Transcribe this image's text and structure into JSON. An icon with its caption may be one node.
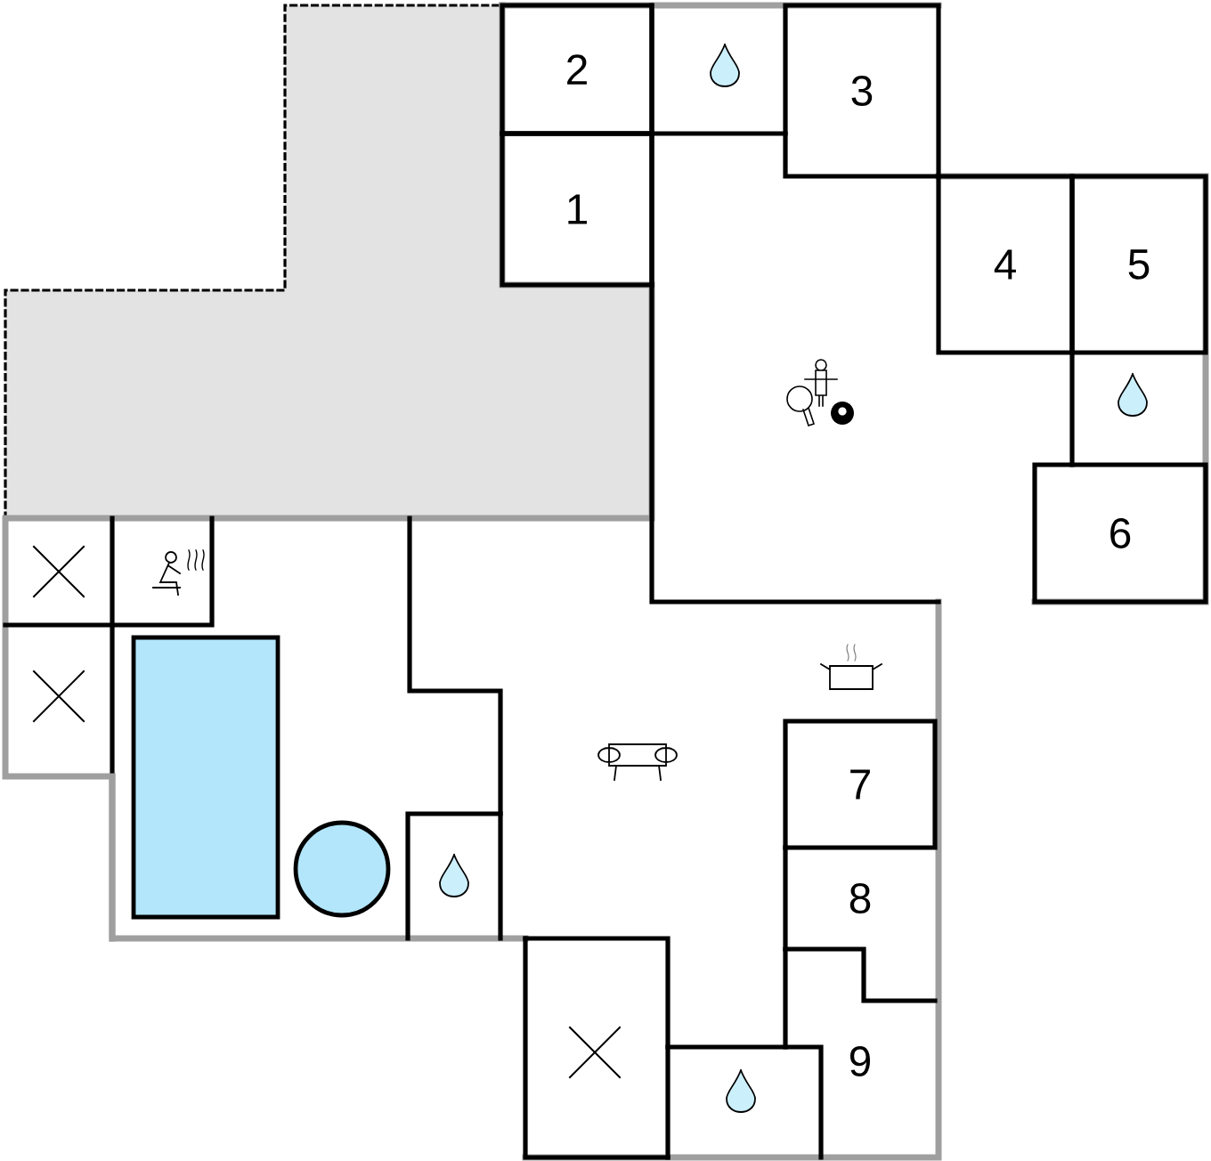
{
  "diagram": {
    "nodes": [
      {
        "text": [
          "2"
        ]
      },
      {
        "text": [
          "3"
        ]
      },
      {
        "text": [
          "1"
        ]
      },
      {
        "text": [
          "4"
        ]
      },
      {
        "text": [
          "5"
        ]
      },
      {
        "text": [
          "6"
        ]
      },
      {
        "text": [
          "7"
        ]
      },
      {
        "text": [
          "8"
        ]
      },
      {
        "text": [
          "9"
        ]
      }
    ]
  }
}
